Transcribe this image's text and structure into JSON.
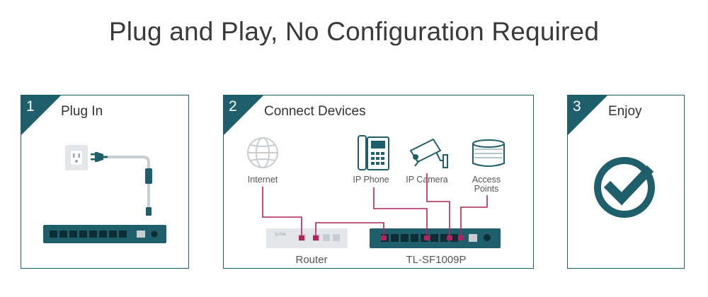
{
  "title": "Plug and Play, No Configuration Required",
  "panels": [
    {
      "number": "1",
      "label": "Plug In"
    },
    {
      "number": "2",
      "label": "Connect Devices"
    },
    {
      "number": "3",
      "label": "Enjoy"
    }
  ],
  "devices": {
    "internet": "Internet",
    "ip_phone": "IP Phone",
    "ip_camera": "IP Camera",
    "access_points_line1": "Access",
    "access_points_line2": "Points",
    "router": "Router",
    "switch": "TL-SF1009P",
    "router_brand": "tp-link"
  },
  "colors": {
    "accent": "#1f5f6b",
    "cable": "#b0245e",
    "switch_body": "#1f5f6b"
  }
}
